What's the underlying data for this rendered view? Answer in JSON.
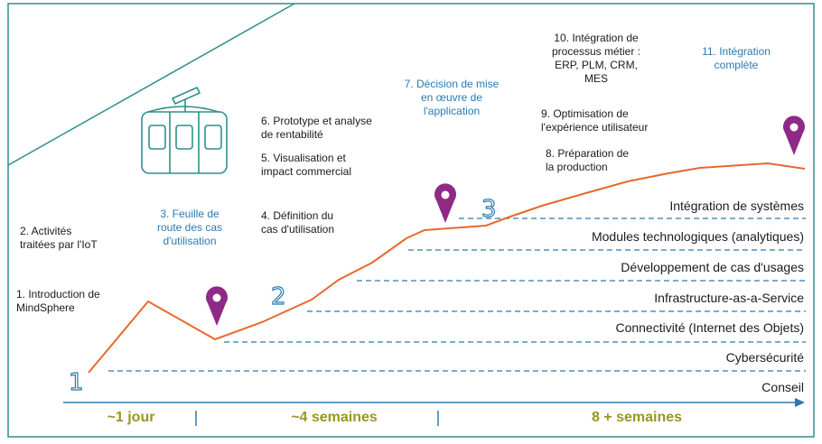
{
  "steps": [
    {
      "text": "1. Introduction de\nMindSphere"
    },
    {
      "text": "2. Activités\ntraitées par l'IoT"
    },
    {
      "text": "3. Feuille de\nroute des cas\nd'utilisation"
    },
    {
      "text": "4. Définition du\ncas d'utilisation"
    },
    {
      "text": "5. Visualisation et\nimpact commercial"
    },
    {
      "text": "6. Prototype et analyse\nde rentabilité"
    },
    {
      "text": "7. Décision de mise\nen œuvre de\nl'application"
    },
    {
      "text": "8. Préparation de\nla production"
    },
    {
      "text": "9. Optimisation de\nl'expérience utilisateur"
    },
    {
      "text": "10. Intégration de\nprocessus métier :\nERP, PLM, CRM, MES"
    },
    {
      "text": "11. Intégration\ncomplète"
    }
  ],
  "milestones": [
    "1",
    "2",
    "3"
  ],
  "layers": [
    "Intégration de systèmes",
    "Modules technologiques (analytiques)",
    "Développement de cas d'usages",
    "Infrastructure-as-a-Service",
    "Connectivité (Internet des Objets)",
    "Cybersécurité",
    "Conseil"
  ],
  "phases": [
    "~1 jour",
    "~4 semaines",
    "8 + semaines"
  ],
  "colors": {
    "frame": "#2f8f8a",
    "path": "#e8692c",
    "pin": "#8e2a86",
    "accent_text": "#2a7ab0",
    "dashes": "#2a7ab0",
    "phase_text": "#9a9620",
    "axis": "#2a7ab0"
  },
  "icons": [
    "cable-car-icon",
    "location-pin-icon"
  ]
}
